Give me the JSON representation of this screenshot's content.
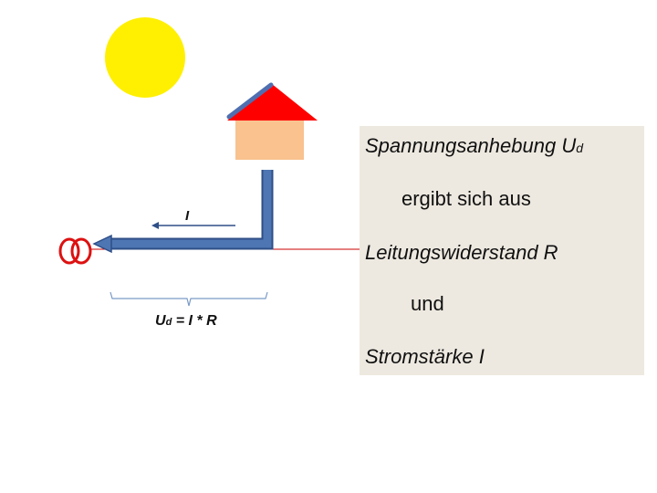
{
  "diagram": {
    "explanation": {
      "heading": "Spannungsanhebung U",
      "heading_subscript": "d",
      "line2": "ergibt sich aus",
      "line3": "Leitungswiderstand R",
      "line4": "und",
      "line5": "Stromstärke I"
    },
    "current_label": "I",
    "formula": {
      "u": "U",
      "u_subscript": "d",
      "rest": " = I * R"
    },
    "colors": {
      "sun": "#ffef00",
      "roof": "#ff0000",
      "roof_edge": "#4f6fb0",
      "house_wall": "#f9c28f",
      "cable": "#4e76b3",
      "cable_outline": "#2f4f87",
      "grid_line": "#cc0000",
      "transformer": "#dd1111",
      "panel": "#ede9e0",
      "bracket": "#7a9ac7"
    },
    "icons": [
      "sun-icon",
      "house-icon",
      "transformer-icon"
    ]
  }
}
